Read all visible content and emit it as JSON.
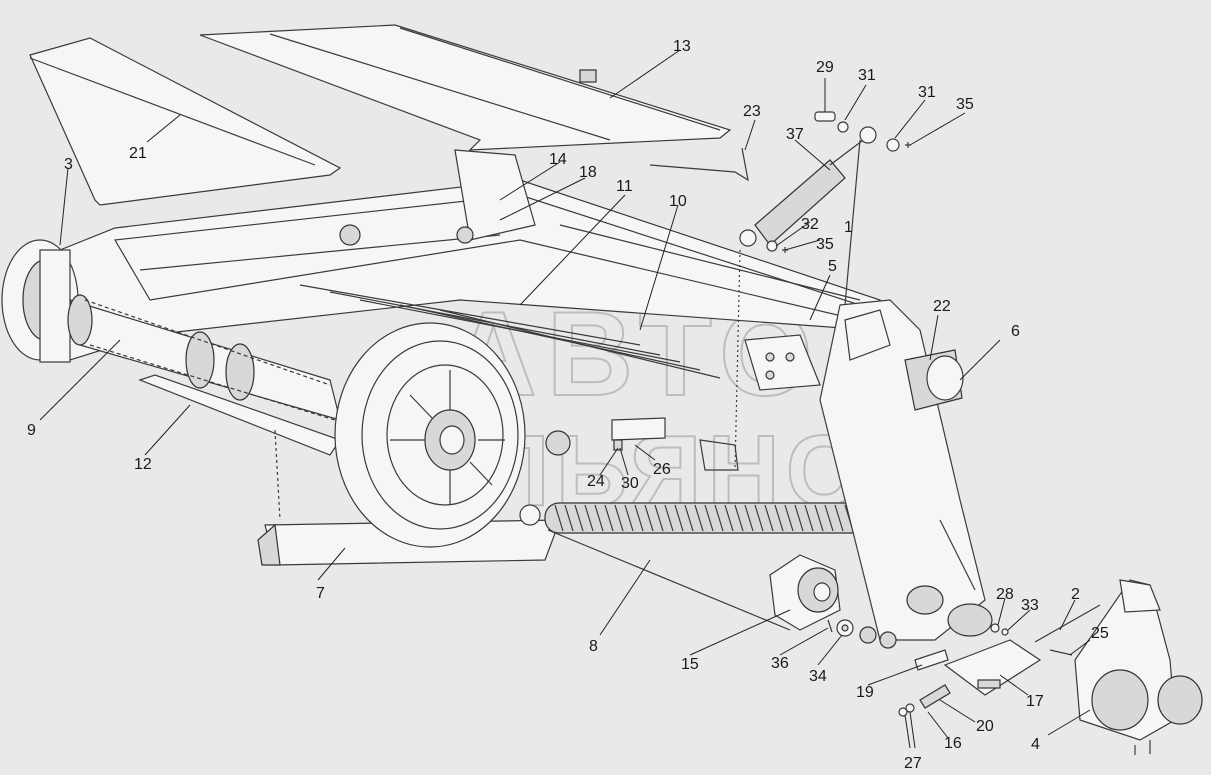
{
  "watermark": {
    "line1": "АВТО",
    "line2": "АЛЬЯНС"
  },
  "callouts": [
    {
      "id": "c1",
      "label": "1"
    },
    {
      "id": "c2",
      "label": "2"
    },
    {
      "id": "c3",
      "label": "3"
    },
    {
      "id": "c4",
      "label": "4"
    },
    {
      "id": "c5",
      "label": "5"
    },
    {
      "id": "c6",
      "label": "6"
    },
    {
      "id": "c7",
      "label": "7"
    },
    {
      "id": "c8",
      "label": "8"
    },
    {
      "id": "c9",
      "label": "9"
    },
    {
      "id": "c10",
      "label": "10"
    },
    {
      "id": "c11",
      "label": "11"
    },
    {
      "id": "c12",
      "label": "12"
    },
    {
      "id": "c13",
      "label": "13"
    },
    {
      "id": "c14",
      "label": "14"
    },
    {
      "id": "c15",
      "label": "15"
    },
    {
      "id": "c16",
      "label": "16"
    },
    {
      "id": "c17",
      "label": "17"
    },
    {
      "id": "c18",
      "label": "18"
    },
    {
      "id": "c19",
      "label": "19"
    },
    {
      "id": "c20",
      "label": "20"
    },
    {
      "id": "c21",
      "label": "21"
    },
    {
      "id": "c22",
      "label": "22"
    },
    {
      "id": "c23",
      "label": "23"
    },
    {
      "id": "c24",
      "label": "24"
    },
    {
      "id": "c25",
      "label": "25"
    },
    {
      "id": "c26",
      "label": "26"
    },
    {
      "id": "c27",
      "label": "27"
    },
    {
      "id": "c28",
      "label": "28"
    },
    {
      "id": "c29",
      "label": "29"
    },
    {
      "id": "c30",
      "label": "30"
    },
    {
      "id": "c31a",
      "label": "31"
    },
    {
      "id": "c31b",
      "label": "31"
    },
    {
      "id": "c32",
      "label": "32"
    },
    {
      "id": "c33",
      "label": "33"
    },
    {
      "id": "c34",
      "label": "34"
    },
    {
      "id": "c35a",
      "label": "35"
    },
    {
      "id": "c35b",
      "label": "35"
    },
    {
      "id": "c36",
      "label": "36"
    },
    {
      "id": "c37",
      "label": "37"
    }
  ]
}
